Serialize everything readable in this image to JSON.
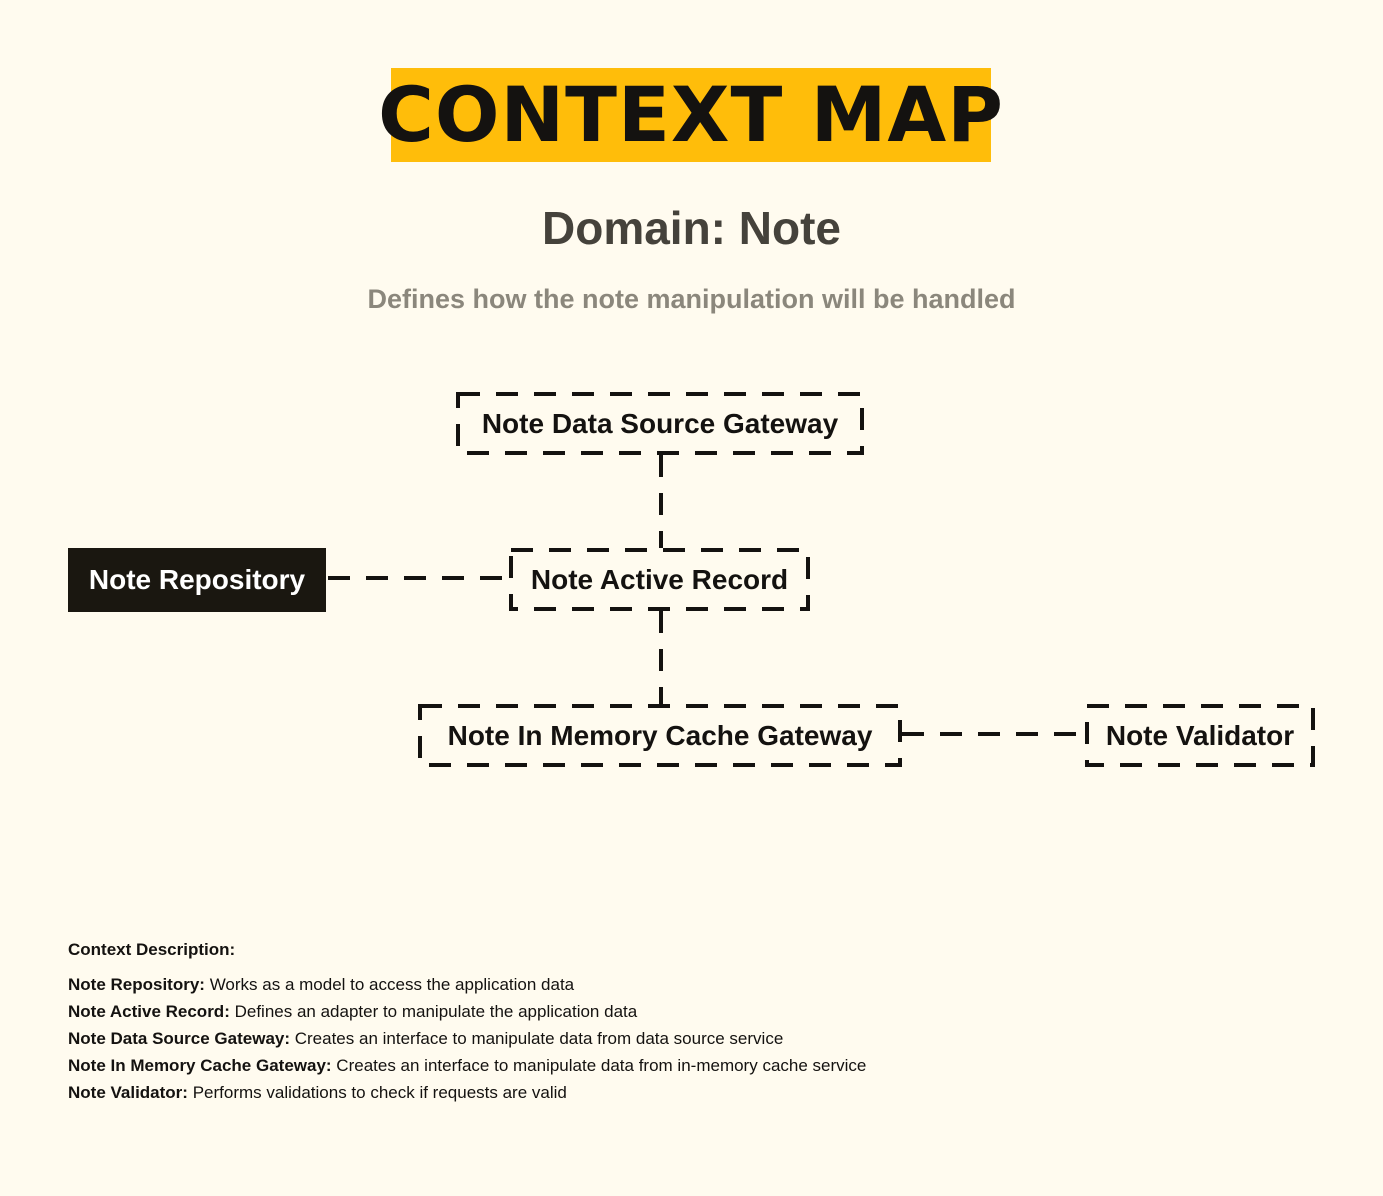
{
  "title": "CONTEXT MAP",
  "domain": {
    "heading": "Domain: Note",
    "subtitle": "Defines how the note manipulation will be handled"
  },
  "nodes": {
    "data_source_gateway": "Note Data Source Gateway",
    "repository": "Note Repository",
    "active_record": "Note Active Record",
    "in_memory_cache_gateway": "Note In Memory Cache Gateway",
    "validator": "Note Validator"
  },
  "colors": {
    "background": "#fffbef",
    "title_banner": "#ffbd0a",
    "ink": "#141210",
    "subtitle": "#8b877c",
    "heading": "#45423b"
  },
  "description": {
    "heading": "Context Description:",
    "items": [
      {
        "term": "Note Repository:",
        "text": " Works as a model to access the application data"
      },
      {
        "term": "Note Active Record:",
        "text": " Defines an adapter to manipulate the application data"
      },
      {
        "term": "Note Data Source Gateway:",
        "text": " Creates an interface to manipulate data from data source service"
      },
      {
        "term": "Note In Memory Cache Gateway:",
        "text": " Creates an interface to manipulate data from in-memory cache service"
      },
      {
        "term": "Note Validator:",
        "text": " Performs validations to check if requests are valid"
      }
    ]
  }
}
